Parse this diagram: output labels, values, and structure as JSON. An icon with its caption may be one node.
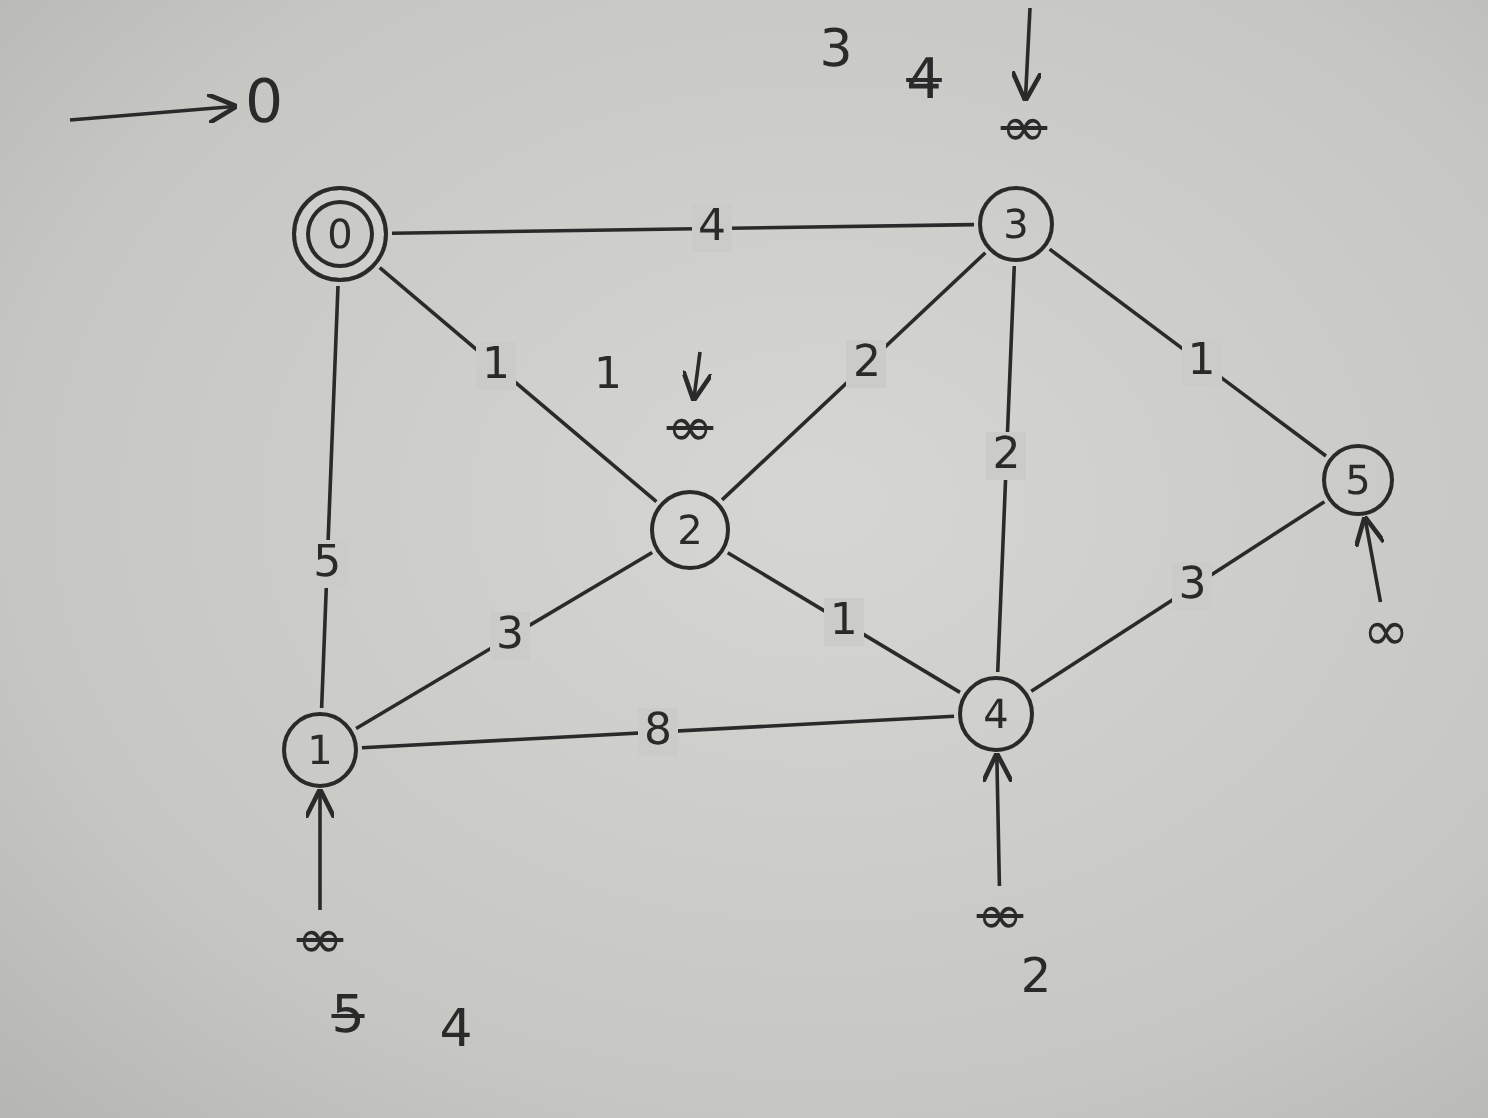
{
  "diagram": {
    "nodes": [
      {
        "text": [
          "0"
        ]
      },
      {
        "text": [
          "1"
        ]
      },
      {
        "text": [
          "2"
        ]
      },
      {
        "text": [
          "3"
        ]
      },
      {
        "text": [
          "4"
        ]
      },
      {
        "text": [
          "5"
        ]
      },
      {
        "text": [
          "0"
        ]
      },
      {
        "text": [
          "∞"
        ]
      },
      {
        "text": [
          "∞"
        ]
      },
      {
        "text": [
          "∞"
        ]
      },
      {
        "text": [
          "∞"
        ]
      },
      {
        "text": [
          "∞"
        ]
      }
    ],
    "edges": [
      {
        "from": 0,
        "to": 3,
        "arrow": "none",
        "label": "4"
      },
      {
        "from": 0,
        "to": 1,
        "arrow": "none",
        "label": "5"
      },
      {
        "from": 0,
        "to": 2,
        "arrow": "none",
        "label": "1"
      },
      {
        "from": 1,
        "to": 2,
        "arrow": "none",
        "label": "3"
      },
      {
        "from": 2,
        "to": 3,
        "arrow": "none",
        "label": "2"
      },
      {
        "from": 2,
        "to": 4,
        "arrow": "none",
        "label": "1"
      },
      {
        "from": 3,
        "to": 4,
        "arrow": "none",
        "label": "2"
      },
      {
        "from": 3,
        "to": 5,
        "arrow": "none",
        "label": "1"
      },
      {
        "from": 4,
        "to": 5,
        "arrow": "none",
        "label": "3"
      },
      {
        "from": 4,
        "to": 1,
        "arrow": "none",
        "label": "8"
      },
      {
        "from": null,
        "to": 6,
        "arrow": "to"
      },
      {
        "from": null,
        "to": 7,
        "arrow": "to"
      },
      {
        "from": null,
        "to": 8,
        "arrow": "to"
      },
      {
        "from": 9,
        "to": 5,
        "arrow": "to"
      },
      {
        "from": 10,
        "to": 1,
        "arrow": "to"
      },
      {
        "from": 11,
        "to": 4,
        "arrow": "to"
      }
    ],
    "labels": [
      "3",
      "4",
      "1",
      "5",
      "4",
      "2"
    ]
  }
}
